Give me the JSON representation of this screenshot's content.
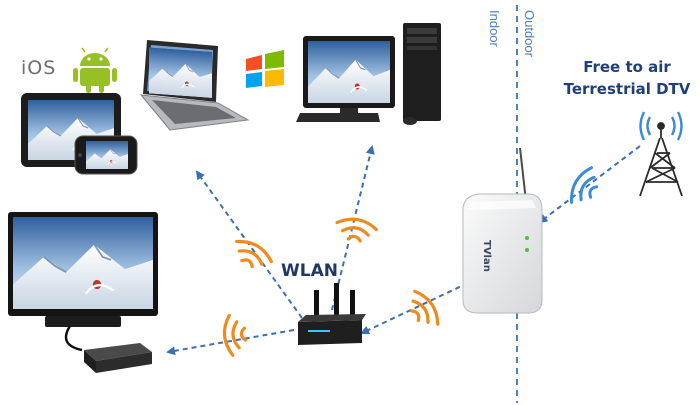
{
  "labels": {
    "wlan": "WLAN",
    "dtv_title": "Free to air Terrestrial DTV",
    "outdoor": "Outdoor",
    "indoor": "Indoor",
    "ios": "iOS",
    "router_brand": "TVlan"
  },
  "devices": [
    "tablet",
    "smartphone",
    "laptop",
    "desktop-pc",
    "lcd-tv",
    "set-top-box",
    "wifi-router",
    "dtv-gateway",
    "broadcast-tower"
  ],
  "colors": {
    "arrow": "#3a6fb0",
    "wifi_wave": "#f08a1c",
    "boundary": "#4f81bd",
    "title": "#1f3f7a",
    "device_dark": "#1c1c1c",
    "screen_sky": "#5a89c4"
  }
}
